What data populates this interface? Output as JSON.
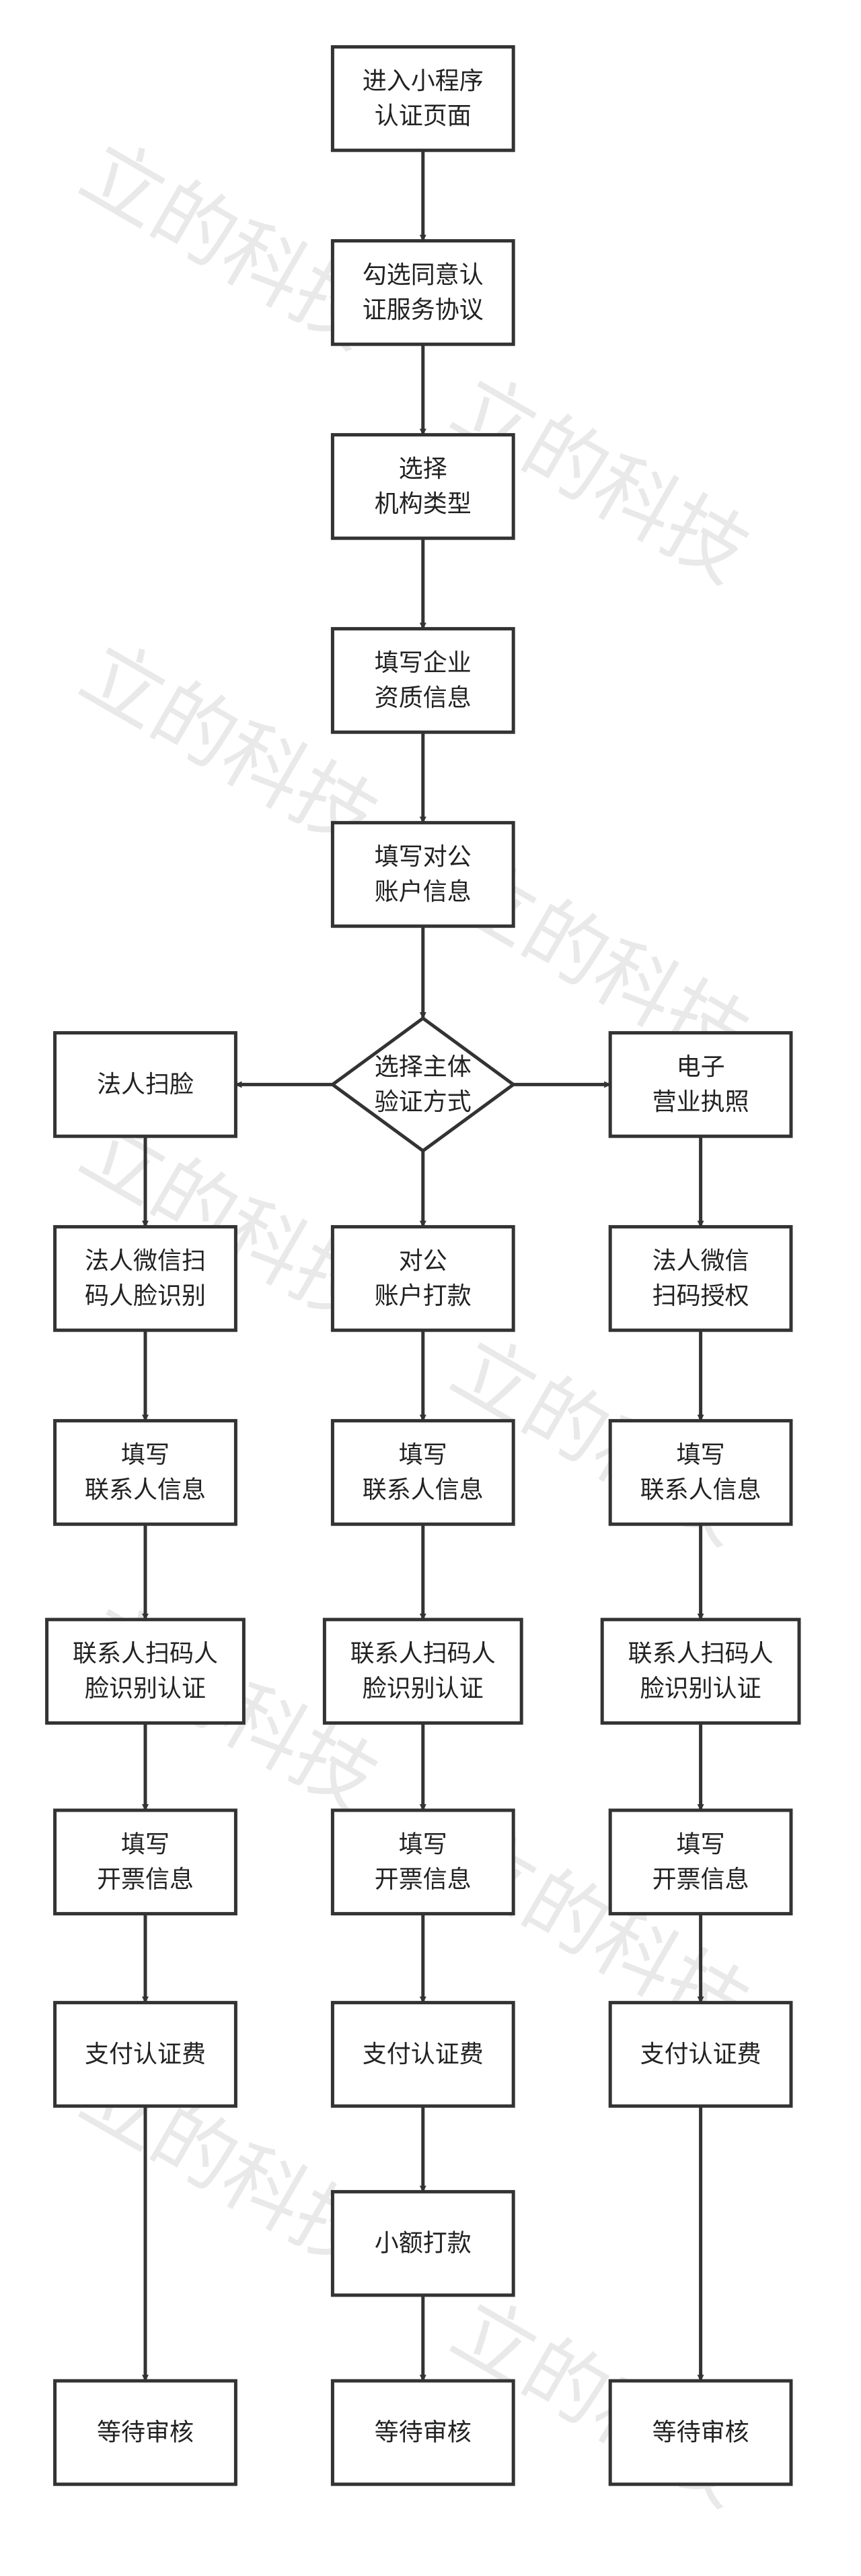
{
  "colors": {
    "stroke": "#333333",
    "fill": "#ffffff",
    "text": "#222222",
    "watermark": "#d8d8d8"
  },
  "watermark": {
    "text": "立的科技"
  },
  "nodes": [
    {
      "id": "n1",
      "shape": "rect",
      "lines": [
        "进入小程序",
        "认证页面"
      ]
    },
    {
      "id": "n2",
      "shape": "rect",
      "lines": [
        "勾选同意认",
        "证服务协议"
      ]
    },
    {
      "id": "n3",
      "shape": "rect",
      "lines": [
        "选择",
        "机构类型"
      ]
    },
    {
      "id": "n4",
      "shape": "rect",
      "lines": [
        "填写企业",
        "资质信息"
      ]
    },
    {
      "id": "n5",
      "shape": "rect",
      "lines": [
        "填写对公",
        "账户信息"
      ]
    },
    {
      "id": "d1",
      "shape": "diamond",
      "lines": [
        "选择主体",
        "验证方式"
      ]
    },
    {
      "id": "l1",
      "shape": "rect",
      "lines": [
        "法人扫脸"
      ]
    },
    {
      "id": "r1",
      "shape": "rect",
      "lines": [
        "电子",
        "营业执照"
      ]
    },
    {
      "id": "l2",
      "shape": "rect",
      "lines": [
        "法人微信扫",
        "码人脸识别"
      ]
    },
    {
      "id": "m2",
      "shape": "rect",
      "lines": [
        "对公",
        "账户打款"
      ]
    },
    {
      "id": "r2",
      "shape": "rect",
      "lines": [
        "法人微信",
        "扫码授权"
      ]
    },
    {
      "id": "l3",
      "shape": "rect",
      "lines": [
        "填写",
        "联系人信息"
      ]
    },
    {
      "id": "m3",
      "shape": "rect",
      "lines": [
        "填写",
        "联系人信息"
      ]
    },
    {
      "id": "r3",
      "shape": "rect",
      "lines": [
        "填写",
        "联系人信息"
      ]
    },
    {
      "id": "l4",
      "shape": "rect",
      "lines": [
        "联系人扫码人",
        "脸识别认证"
      ]
    },
    {
      "id": "m4",
      "shape": "rect",
      "lines": [
        "联系人扫码人",
        "脸识别认证"
      ]
    },
    {
      "id": "r4",
      "shape": "rect",
      "lines": [
        "联系人扫码人",
        "脸识别认证"
      ]
    },
    {
      "id": "l5",
      "shape": "rect",
      "lines": [
        "填写",
        "开票信息"
      ]
    },
    {
      "id": "m5",
      "shape": "rect",
      "lines": [
        "填写",
        "开票信息"
      ]
    },
    {
      "id": "r5",
      "shape": "rect",
      "lines": [
        "填写",
        "开票信息"
      ]
    },
    {
      "id": "l6",
      "shape": "rect",
      "lines": [
        "支付认证费"
      ]
    },
    {
      "id": "m6",
      "shape": "rect",
      "lines": [
        "支付认证费"
      ]
    },
    {
      "id": "r6",
      "shape": "rect",
      "lines": [
        "支付认证费"
      ]
    },
    {
      "id": "m7",
      "shape": "rect",
      "lines": [
        "小额打款"
      ]
    },
    {
      "id": "l8",
      "shape": "rect",
      "lines": [
        "等待审核"
      ]
    },
    {
      "id": "m8",
      "shape": "rect",
      "lines": [
        "等待审核"
      ]
    },
    {
      "id": "r8",
      "shape": "rect",
      "lines": [
        "等待审核"
      ]
    }
  ],
  "edges": [
    [
      "n1",
      "n2"
    ],
    [
      "n2",
      "n3"
    ],
    [
      "n3",
      "n4"
    ],
    [
      "n4",
      "n5"
    ],
    [
      "n5",
      "d1"
    ],
    [
      "d1",
      "l1"
    ],
    [
      "d1",
      "r1"
    ],
    [
      "d1",
      "m2"
    ],
    [
      "l1",
      "l2"
    ],
    [
      "l2",
      "l3"
    ],
    [
      "l3",
      "l4"
    ],
    [
      "l4",
      "l5"
    ],
    [
      "l5",
      "l6"
    ],
    [
      "l6",
      "l8"
    ],
    [
      "m2",
      "m3"
    ],
    [
      "m3",
      "m4"
    ],
    [
      "m4",
      "m5"
    ],
    [
      "m5",
      "m6"
    ],
    [
      "m6",
      "m7"
    ],
    [
      "m7",
      "m8"
    ],
    [
      "r1",
      "r2"
    ],
    [
      "r2",
      "r3"
    ],
    [
      "r3",
      "r4"
    ],
    [
      "r4",
      "r5"
    ],
    [
      "r5",
      "r6"
    ],
    [
      "r6",
      "r8"
    ]
  ]
}
